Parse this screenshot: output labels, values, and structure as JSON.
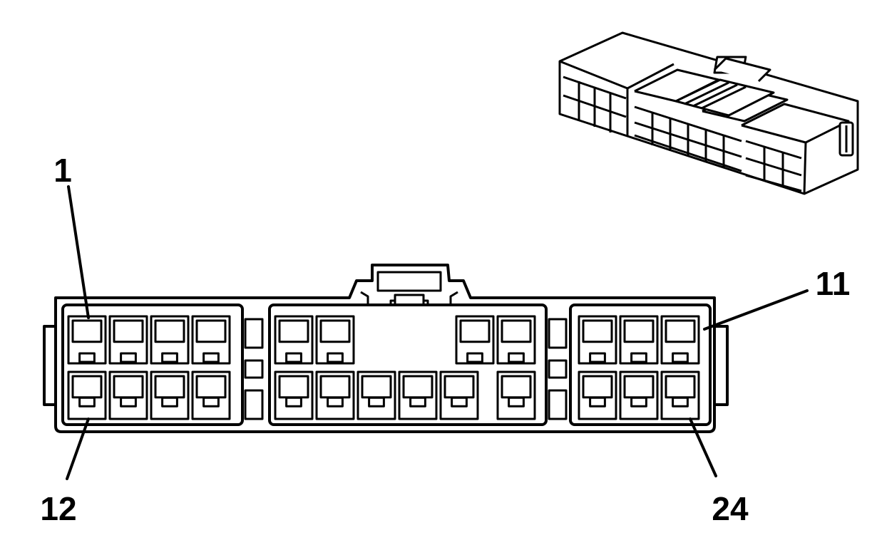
{
  "pin_labels": {
    "first_top": "1",
    "last_top": "11",
    "first_bottom": "12",
    "last_bottom": "24"
  },
  "colors": {
    "line": "#000000",
    "background": "#ffffff",
    "shade": "#dcdcdc"
  }
}
